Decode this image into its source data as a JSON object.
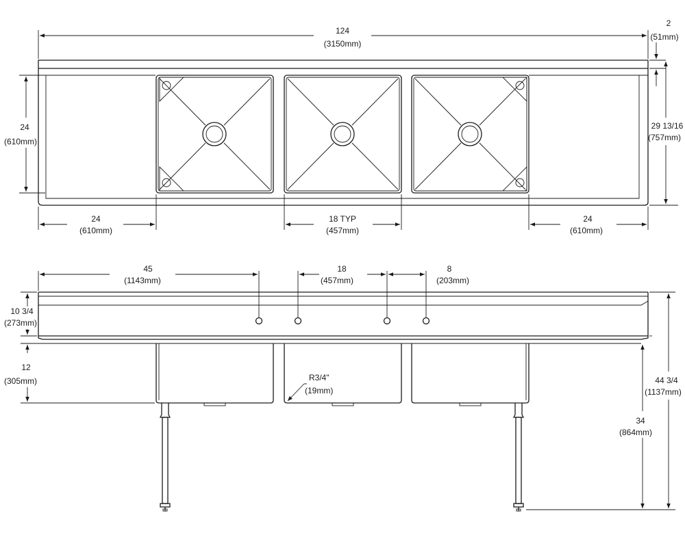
{
  "plan_view": {
    "overall_length": {
      "in": "124",
      "mm": "(3150mm)"
    },
    "backsplash": {
      "in": "2",
      "mm": "(51mm)"
    },
    "front_to_back": {
      "in": "24",
      "mm": "(610mm)"
    },
    "overall_depth": {
      "in": "29 13/16",
      "mm": "(757mm)"
    },
    "left_drainboard": {
      "in": "24",
      "mm": "(610mm)"
    },
    "bowl_width": {
      "in": "18 TYP",
      "mm": "(457mm)"
    },
    "right_drainboard": {
      "in": "24",
      "mm": "(610mm)"
    }
  },
  "front_view": {
    "faucet_offset": {
      "in": "45",
      "mm": "(1143mm)"
    },
    "faucet_spacing_a": {
      "in": "18",
      "mm": "(457mm)"
    },
    "faucet_spacing_b": {
      "in": "8",
      "mm": "(203mm)"
    },
    "splash_height": {
      "in": "10 3/4",
      "mm": "(273mm)"
    },
    "bowl_depth": {
      "in": "12",
      "mm": "(305mm)"
    },
    "corner_radius": {
      "in": "R3/4\"",
      "mm": "(19mm)"
    },
    "overall_height": {
      "in": "44 3/4",
      "mm": "(1137mm)"
    },
    "work_height": {
      "in": "34",
      "mm": "(864mm)"
    }
  }
}
